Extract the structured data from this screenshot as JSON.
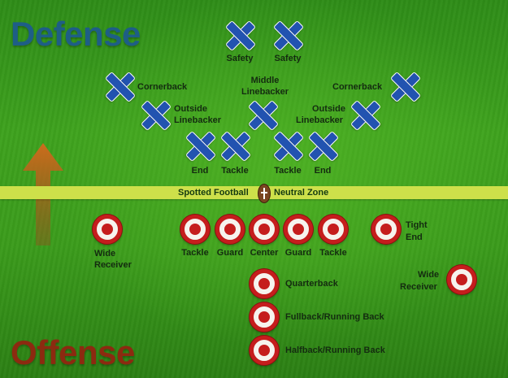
{
  "titles": {
    "defense": "Defense",
    "offense": "Offense"
  },
  "neutral_zone": {
    "left_label": "Spotted Football",
    "right_label": "Neutral Zone"
  },
  "defense": {
    "safety_left": "Safety",
    "safety_right": "Safety",
    "corner_left": "Cornerback",
    "corner_right": "Cornerback",
    "middle_lb_1": "Middle",
    "middle_lb_2": "Linebacker",
    "outside_lb_left_1": "Outside",
    "outside_lb_left_2": "Linebacker",
    "outside_lb_right_1": "Outside",
    "outside_lb_right_2": "Linebacker",
    "end_left": "End",
    "tackle_left": "Tackle",
    "tackle_right": "Tackle",
    "end_right": "End"
  },
  "offense": {
    "wr_left_1": "Wide",
    "wr_left_2": "Receiver",
    "tackle_left": "Tackle",
    "guard_left": "Guard",
    "center": "Center",
    "guard_right": "Guard",
    "tackle_right": "Tackle",
    "tight_end_1": "Tight",
    "tight_end_2": "End",
    "wr_right_1": "Wide",
    "wr_right_2": "Receiver",
    "quarterback": "Quarterback",
    "fullback": "Fullback/Running Back",
    "halfback": "Halfback/Running Back"
  },
  "colors": {
    "defense_title": "#1e5e86",
    "offense_title": "#8c2a10",
    "defense_marker": "#2253b0",
    "offense_marker": "#c51d1d",
    "neutral_zone": "#cde04a",
    "field_green": "#3ea21e"
  }
}
